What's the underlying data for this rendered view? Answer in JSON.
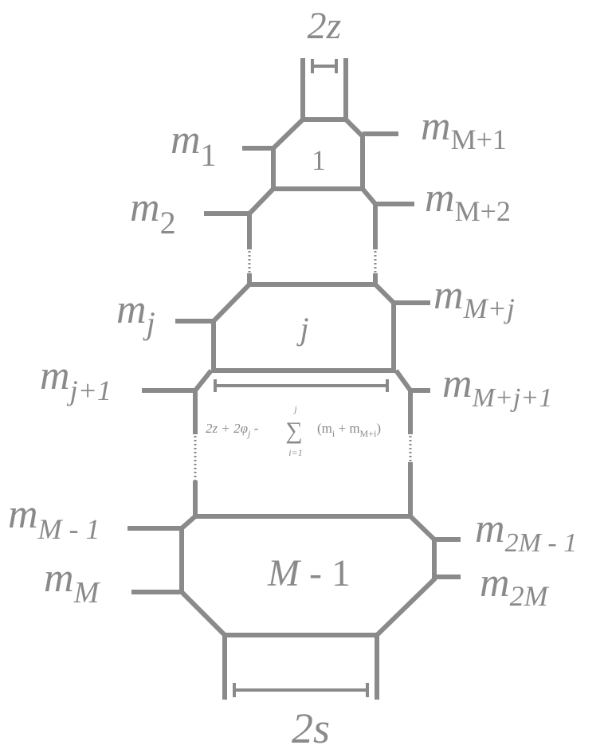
{
  "labels": {
    "top_width": "2z",
    "bottom_width": "2s",
    "face_1": "1",
    "face_j": "j",
    "face_M_minus_1": {
      "var": "M",
      "op": " - ",
      "num": "1"
    }
  },
  "left_legs": [
    {
      "base": "m",
      "sub": "1"
    },
    {
      "base": "m",
      "sub": "2"
    },
    {
      "base": "m",
      "sub": "j"
    },
    {
      "base": "m",
      "sub": "j+1"
    },
    {
      "base": "m",
      "sub": "M - 1"
    },
    {
      "base": "m",
      "sub": "M"
    }
  ],
  "right_legs": [
    {
      "base": "m",
      "sub": "M+1"
    },
    {
      "base": "m",
      "sub": "M+2"
    },
    {
      "base": "m",
      "sub": "M+j"
    },
    {
      "base": "m",
      "sub": "M+j+1"
    },
    {
      "base": "m",
      "sub": "2M - 1"
    },
    {
      "base": "m",
      "sub": "2M"
    }
  ],
  "width_formula": {
    "lead": "2z + 2φ",
    "lead_sub": "j",
    "minus": " - ",
    "sum_symbol": "∑",
    "sum_upper": "j",
    "sum_lower": "i=1",
    "term": "(m",
    "term_sub1": "i",
    "term_mid": " + m",
    "term_sub2": "M+i",
    "term_close": ")"
  },
  "colors": {
    "stroke": "#8a8a8a",
    "text": "#8a8a8a",
    "background": "#ffffff"
  }
}
